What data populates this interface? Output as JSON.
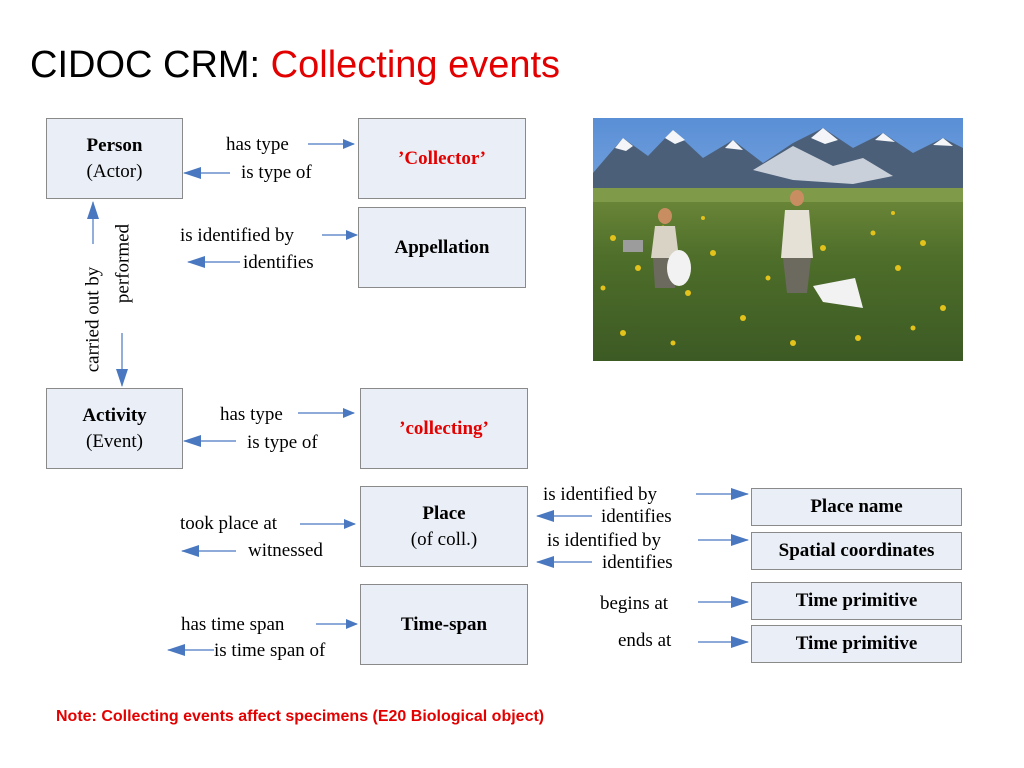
{
  "title": {
    "prefix": "CIDOC CRM:",
    "accent": "Collecting events"
  },
  "boxes": {
    "person": {
      "name": "Person",
      "sub": "(Actor)"
    },
    "collector": {
      "name": "’Collector’"
    },
    "appellation": {
      "name": "Appellation"
    },
    "activity": {
      "name": "Activity",
      "sub": "(Event)"
    },
    "collecting": {
      "name": "’collecting’"
    },
    "place": {
      "name": "Place",
      "sub": "(of coll.)"
    },
    "timespan": {
      "name": "Time-span"
    },
    "place_name": {
      "name": "Place name"
    },
    "spatial": {
      "name": "Spatial coordinates"
    },
    "time_primitive_1": {
      "name": "Time primitive"
    },
    "time_primitive_2": {
      "name": "Time primitive"
    }
  },
  "labels": {
    "person_has_type": "has type",
    "person_is_type_of": "is type of",
    "person_identified_by": "is identified by",
    "person_identifies": "identifies",
    "carried_out_by": "carried out by",
    "performed": "performed",
    "activity_has_type": "has type",
    "activity_is_type_of": "is type of",
    "took_place_at": "took place at",
    "witnessed": "witnessed",
    "has_time_span": "has time span",
    "is_time_span_of": "is time span of",
    "place_identified_by_1": "is identified by",
    "place_identifies_1": "identifies",
    "place_identified_by_2": "is identified by",
    "place_identifies_2": "identifies",
    "begins_at": "begins at",
    "ends_at": "ends at"
  },
  "note": "Note: Collecting events affect specimens (E20 Biological object)",
  "colors": {
    "accent": "#e30000",
    "arrow": "#4a78c0",
    "box_fill": "#eaeef6"
  },
  "photo_icon": "field-collecting-photo"
}
